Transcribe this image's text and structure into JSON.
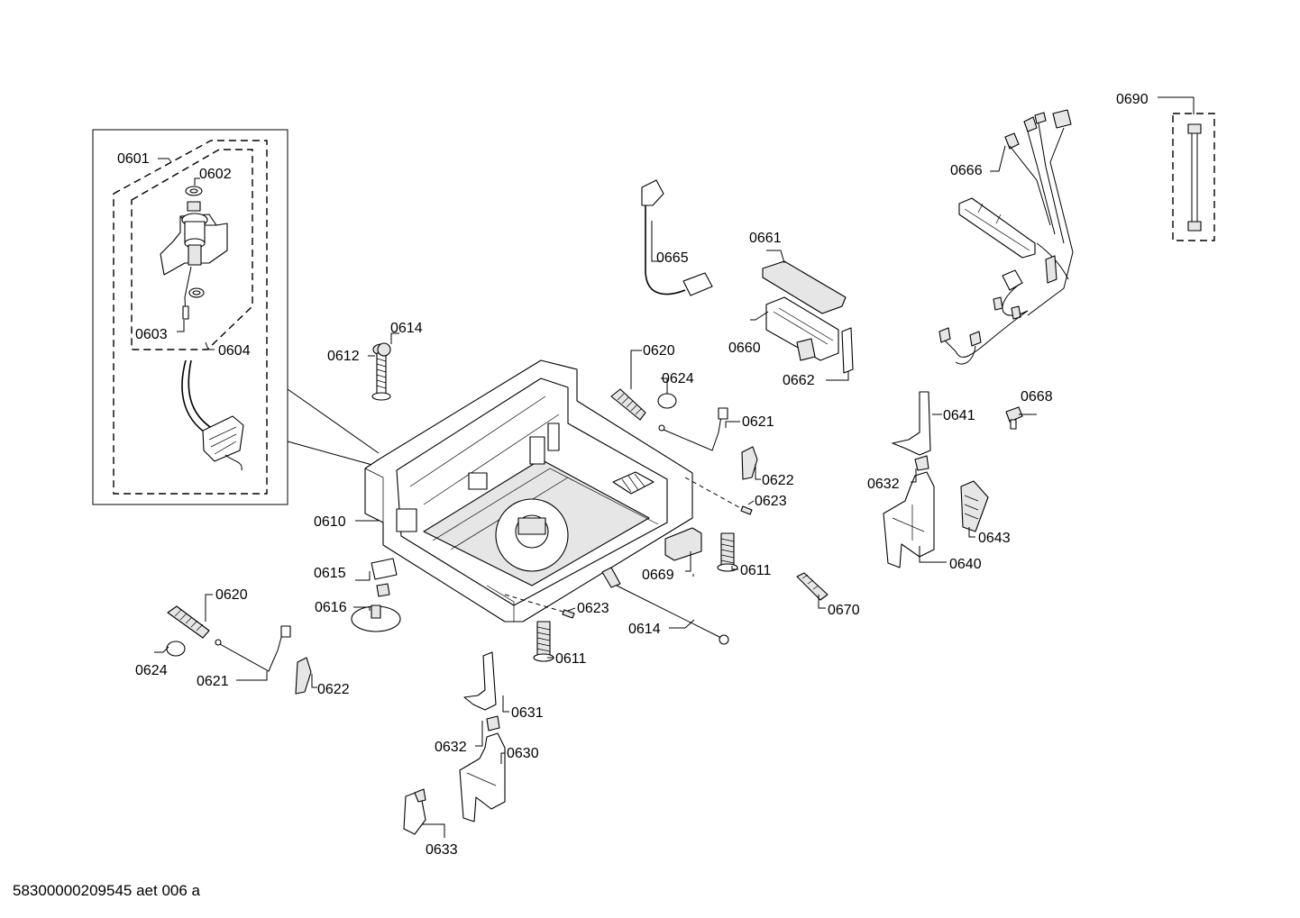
{
  "document_id": "58300000209545 aet 006 a",
  "labels": {
    "l0601": "0601",
    "l0602": "0602",
    "l0603": "0603",
    "l0604": "0604",
    "l0610": "0610",
    "l0611a": "0611",
    "l0611b": "0611",
    "l0612": "0612",
    "l0614a": "0614",
    "l0614b": "0614",
    "l0615": "0615",
    "l0616": "0616",
    "l0620a": "0620",
    "l0620b": "0620",
    "l0621a": "0621",
    "l0621b": "0621",
    "l0622a": "0622",
    "l0622b": "0622",
    "l0623a": "0623",
    "l0623b": "0623",
    "l0624a": "0624",
    "l0624b": "0624",
    "l0630": "0630",
    "l0631": "0631",
    "l0632a": "0632",
    "l0632b": "0632",
    "l0633": "0633",
    "l0640": "0640",
    "l0641": "0641",
    "l0643": "0643",
    "l0660": "0660",
    "l0661": "0661",
    "l0662": "0662",
    "l0665": "0665",
    "l0666": "0666",
    "l0668": "0668",
    "l0669": "0669",
    "l0670": "0670",
    "l0690": "0690"
  }
}
